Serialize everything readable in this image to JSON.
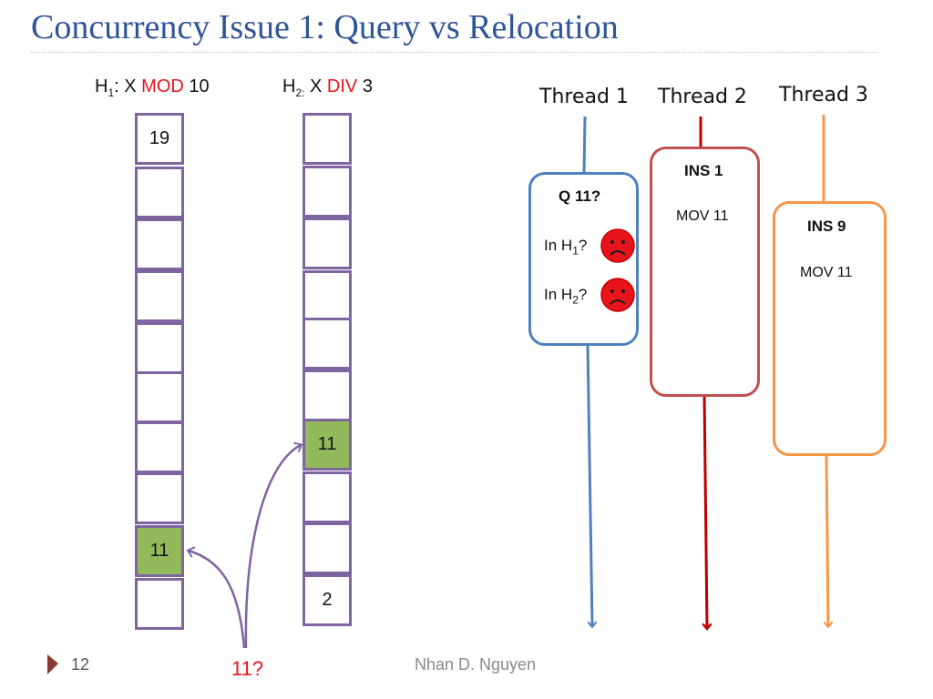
{
  "title": "Concurrency Issue 1: Query vs Relocation",
  "h1": {
    "prefix": "H",
    "sub": "1",
    "pre": ": X ",
    "op": "MOD",
    "post": " 10"
  },
  "h2": {
    "prefix": "H",
    "sub": "2:",
    "pre": " X ",
    "op": "DIV",
    "post": " 3"
  },
  "table1": [
    "19",
    "",
    "",
    "",
    "",
    "",
    "",
    "",
    "11",
    ""
  ],
  "table2": [
    "",
    "",
    "",
    "",
    "",
    "",
    "11",
    "",
    "",
    "2"
  ],
  "table1_filled_index": 8,
  "table2_filled_index": 6,
  "threads": [
    {
      "label": "Thread 1",
      "color": "#4f81bd"
    },
    {
      "label": "Thread 2",
      "color": "#c00000"
    },
    {
      "label": "Thread 3",
      "color": "#f79646"
    }
  ],
  "thread1_box": {
    "title": "Q 11?",
    "line1_prefix": "In H",
    "line1_sub": "1",
    "line1_suffix": "?",
    "line2_prefix": "In H",
    "line2_sub": "2",
    "line2_suffix": "?",
    "border_color": "#4f81bd",
    "face_icon": "sad-face-icon"
  },
  "thread2_box": {
    "title": "INS 1",
    "text": "MOV 11",
    "border_color": "#c0504d"
  },
  "thread3_box": {
    "title": "INS 9",
    "text": "MOV 11",
    "border_color": "#f79646"
  },
  "query_label": "11?",
  "footer": {
    "page": "12",
    "author": "Nhan D. Nguyen"
  },
  "colors": {
    "title": "#2f5597",
    "cell_border": "#8064a2",
    "cell_fill": "#92b95a",
    "op": "#e8141c",
    "arrow": "#8064a2"
  }
}
